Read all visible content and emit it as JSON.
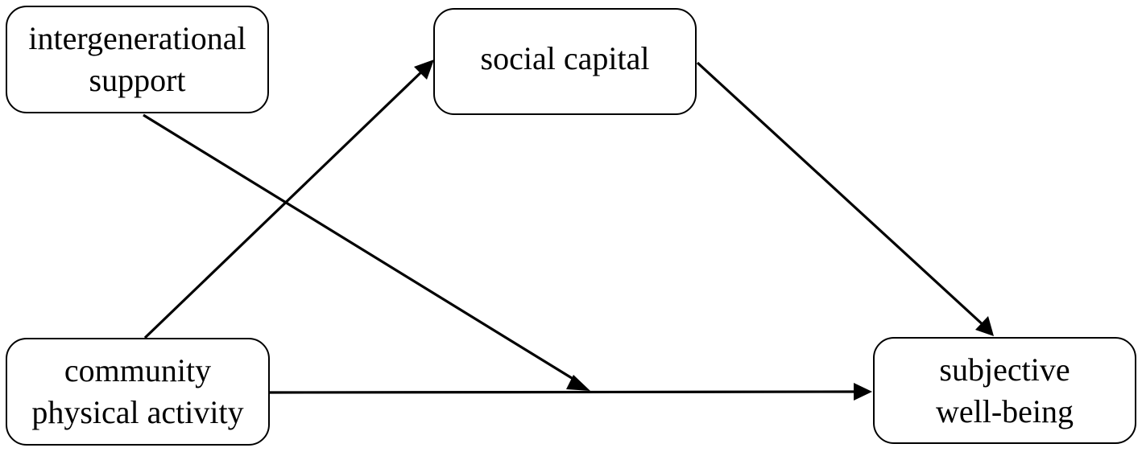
{
  "nodes": {
    "intergenerational_support": {
      "line1": "intergenerational",
      "line2": "support"
    },
    "social_capital": {
      "line1": "social capital"
    },
    "community_physical_activity": {
      "line1": "community",
      "line2": "physical activity"
    },
    "subjective_well_being": {
      "line1": "subjective",
      "line2": "well-being"
    }
  },
  "edges": [
    {
      "from": "community_physical_activity",
      "to": "social_capital"
    },
    {
      "from": "social_capital",
      "to": "subjective_well_being"
    },
    {
      "from": "community_physical_activity",
      "to": "subjective_well_being"
    },
    {
      "from": "intergenerational_support",
      "to": "community_physical_activity -> subjective_well_being path"
    }
  ],
  "colors": {
    "stroke": "#000000",
    "background": "#ffffff"
  }
}
